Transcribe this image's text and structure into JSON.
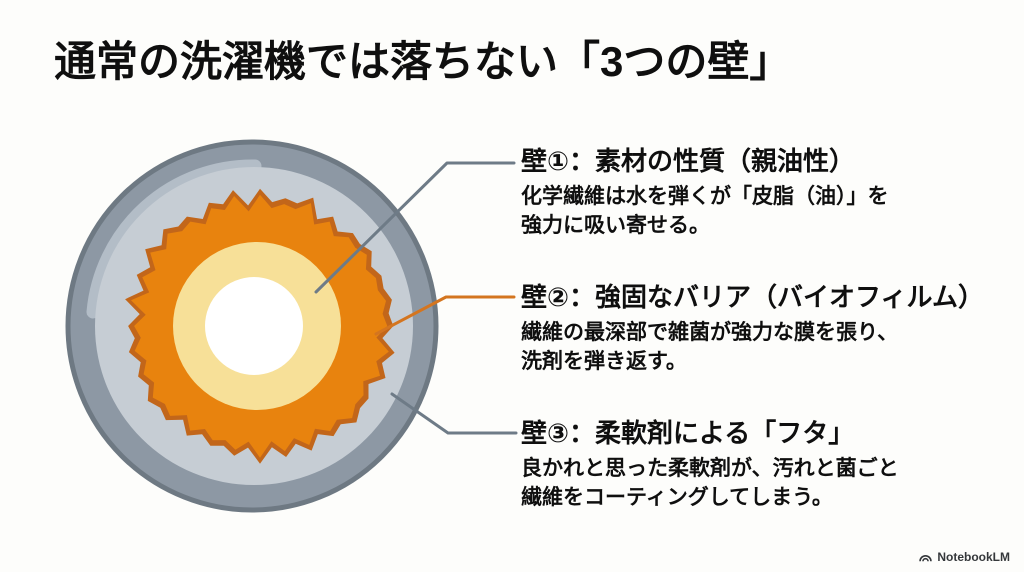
{
  "slide": {
    "title": "通常の洗濯機では落ちない「3つの壁」",
    "background": "#fdfdfb",
    "text_color": "#0f0f0f"
  },
  "diagram": {
    "description": "fiber-cross-section",
    "colors": {
      "outer_ring": "#8d98a4",
      "outer_ring_edge": "#6e7983",
      "outer_ring_highlight": "#b3bdc7",
      "mid_ring": "#c6cdd4",
      "biofilm_edge": "#c2661a",
      "biofilm": "#e8830e",
      "inner_layer": "#f7e098",
      "core": "#ffffff",
      "leader_gray": "#6e7b87",
      "leader_orange": "#d4751f"
    }
  },
  "callouts": [
    {
      "heading": "壁①：素材の性質（親油性）",
      "body_lines": [
        "化学繊維は水を弾くが「皮脂（油）」を",
        "強力に吸い寄せる。"
      ]
    },
    {
      "heading": "壁②：強固なバリア（バイオフィルム）",
      "body_lines": [
        "繊維の最深部で雑菌が強力な膜を張り、",
        "洗剤を弾き返す。"
      ]
    },
    {
      "heading": "壁③：柔軟剤による「フタ」",
      "body_lines": [
        "良かれと思った柔軟剤が、汚れと菌ごと",
        "繊維をコーティングしてしまう。"
      ]
    }
  ],
  "watermark": {
    "label": "NotebookLM"
  }
}
